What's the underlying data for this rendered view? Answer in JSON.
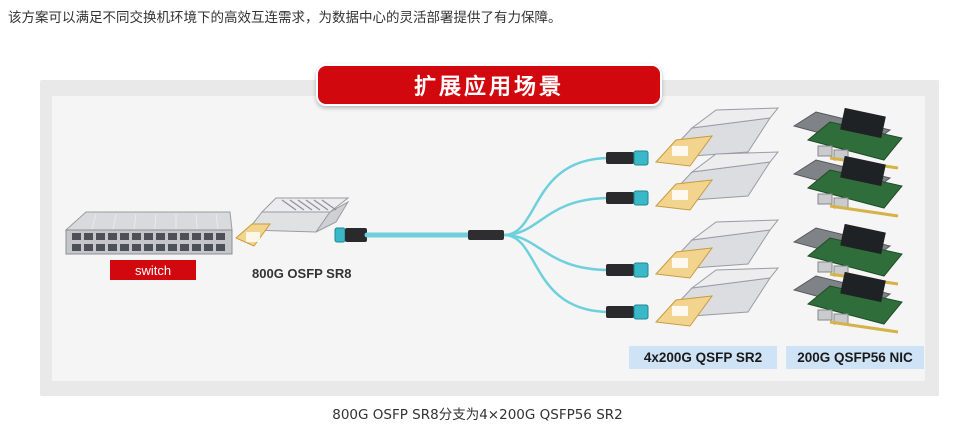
{
  "intro_text": "该方案可以满足不同交换机环境下的高效互连需求，为数据中心的灵活部署提供了有力保障。",
  "figure": {
    "title": "扩展应用场景",
    "switch_label": "switch",
    "module_label": "800G OSFP SR8",
    "qsfp_tag": "4x200G QSFP SR2",
    "nic_tag": "200G QSFP56 NIC",
    "colors": {
      "banner_red": "#d2080f",
      "fiber_cyan": "#6fd0dc",
      "tag_blue": "#cfe3f6",
      "panel_gray": "#e9e9ea"
    }
  },
  "caption": "800G OSFP SR8分支为4×200G QSFP56 SR2"
}
